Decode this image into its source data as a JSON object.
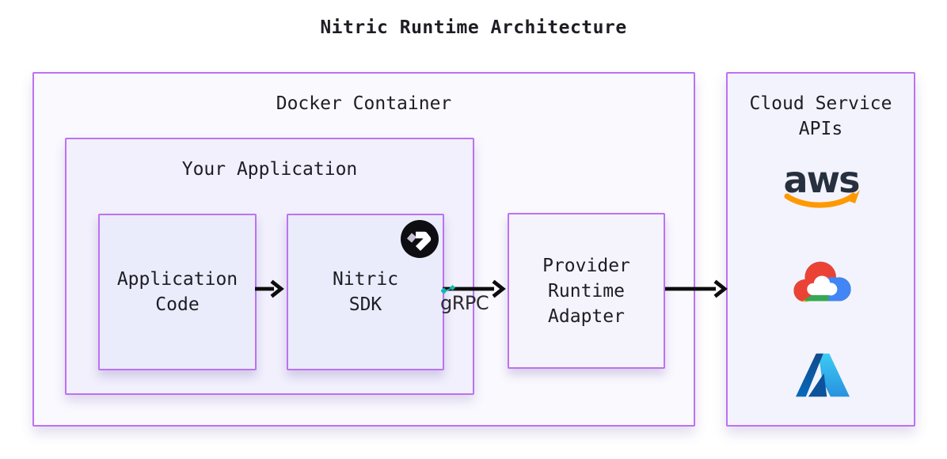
{
  "title": "Nitric Runtime Architecture",
  "docker_container": {
    "label": "Docker Container",
    "your_application": {
      "label": "Your Application",
      "nodes": [
        {
          "id": "application-code",
          "label": "Application\nCode"
        },
        {
          "id": "nitric-sdk",
          "label": "Nitric\nSDK",
          "badge_icon": "nitric-logo"
        }
      ]
    },
    "provider_adapter": {
      "label": "Provider\nRuntime\nAdapter"
    }
  },
  "connections": [
    {
      "from": "application-code",
      "to": "nitric-sdk",
      "label": ""
    },
    {
      "from": "nitric-sdk",
      "to": "provider-runtime-adapter",
      "label": "gRPC"
    },
    {
      "from": "provider-runtime-adapter",
      "to": "cloud-service-apis",
      "label": ""
    }
  ],
  "cloud_services": {
    "label": "Cloud Service\nAPIs",
    "providers": [
      {
        "name": "AWS",
        "icon": "aws-logo",
        "wordmark": "aws"
      },
      {
        "name": "Google Cloud",
        "icon": "google-cloud-logo"
      },
      {
        "name": "Microsoft Azure",
        "icon": "azure-logo"
      }
    ]
  },
  "colors": {
    "box_border": "#bd72f0",
    "docker_bg": "#faf9fe",
    "your_app_bg": "#f1f0fc",
    "node_bg": "#ebecfb",
    "provider_bg": "#f5f4fd",
    "cloud_bg": "#f3f3fd",
    "arrow": "#0d0d0d",
    "grpc_teal": "#12b8b8",
    "aws_navy": "#27303e",
    "aws_orange": "#ff9900",
    "gcp_red": "#ea4335",
    "gcp_blue": "#4285f4",
    "gcp_yellow": "#fbbc05",
    "gcp_green": "#34a853",
    "azure_dark": "#114a8b",
    "azure_light": "#2892df",
    "nitric_black": "#0e0e12"
  }
}
